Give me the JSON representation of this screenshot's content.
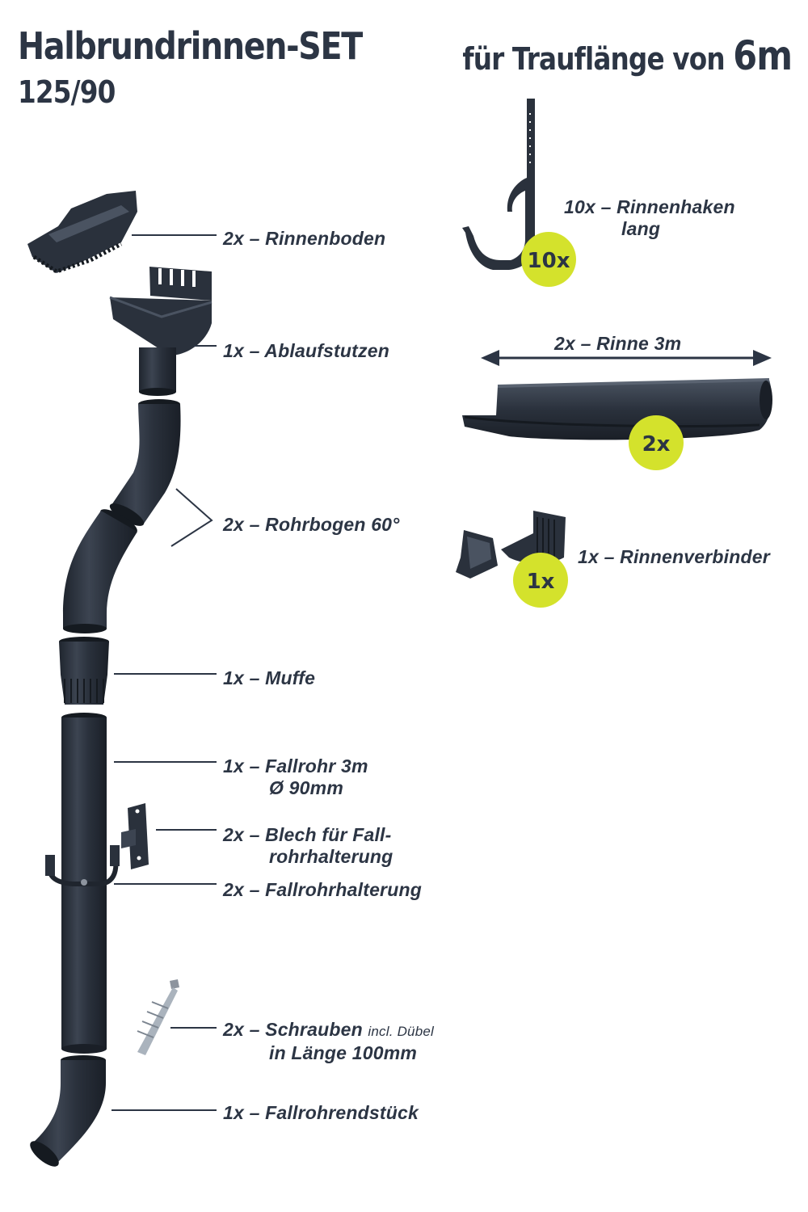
{
  "header": {
    "title": "Halbrundrinnen-SET",
    "subtitle": "125/90",
    "eaves_prefix": "für Trauflänge von",
    "eaves_length": "6m"
  },
  "parts": {
    "rinnenboden": {
      "line1": "2x – Rinnenboden"
    },
    "ablaufstutzen": {
      "line1": "1x – Ablaufstutzen"
    },
    "rohrbogen": {
      "line1": "2x – Rohrbogen 60°"
    },
    "muffe": {
      "line1": "1x – Muffe"
    },
    "fallrohr": {
      "line1": "1x – Fallrohr 3m",
      "line2": "Ø 90mm"
    },
    "blech": {
      "line1": "2x – Blech für Fall-",
      "line2": "rohrhalterung"
    },
    "fallrohrhalterung": {
      "line1": "2x – Fallrohrhalterung"
    },
    "schrauben": {
      "line1": "2x – Schrauben",
      "line1_small": "incl. Dübel",
      "line2": "in Länge 100mm"
    },
    "fallrohrendstueck": {
      "line1": "1x – Fallrohrendstück"
    },
    "rinnenhaken": {
      "line1": "10x – Rinnenhaken",
      "line2": "lang",
      "badge": "10x"
    },
    "rinne": {
      "line1": "2x – Rinne 3m",
      "badge": "2x"
    },
    "rinnenverbinder": {
      "line1": "1x – Rinnenverbinder",
      "badge": "1x"
    }
  },
  "colors": {
    "product": "#2a313c",
    "product_highlight": "#4a5361",
    "badge": "#d4e22c",
    "text": "#2c3544",
    "leader": "#2c3544"
  }
}
